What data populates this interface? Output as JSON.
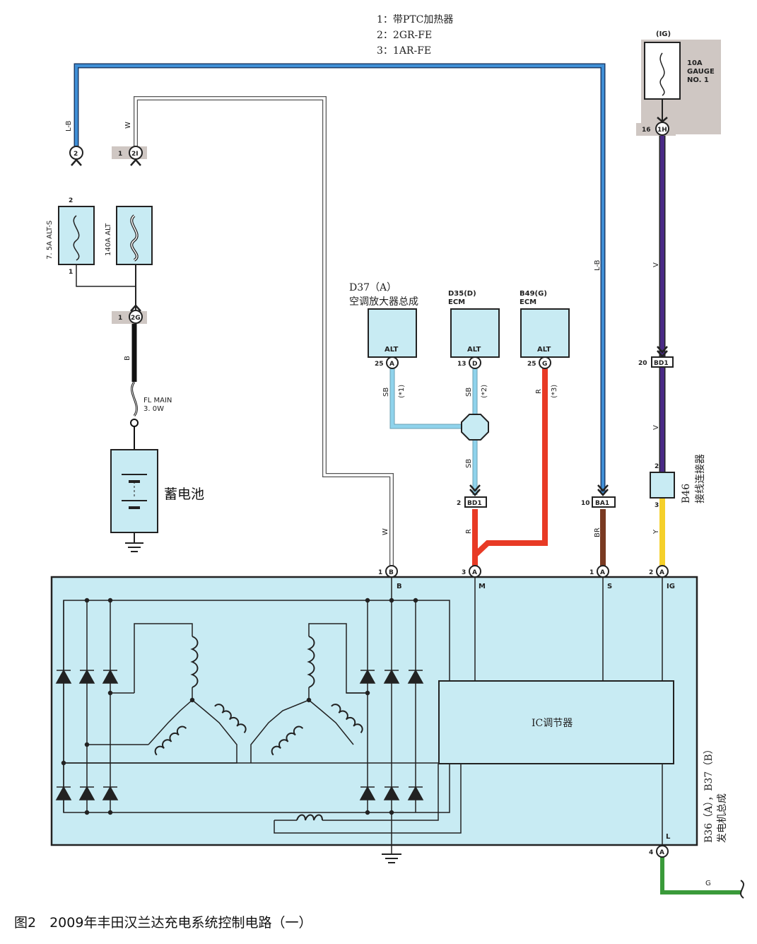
{
  "notes": [
    "1：带PTC加热器",
    "2：2GR-FE",
    "3：1AR-FE"
  ],
  "caption": "图2　2009年丰田汉兰达充电系统控制电路（一）",
  "fuses": {
    "ig_label": "(IG)",
    "gauge_line1": "10A",
    "gauge_line2": "GAUGE",
    "gauge_line3": "NO. 1",
    "alts": "7. 5A ALT-S",
    "alt140": "140A ALT",
    "fl_main1": "FL MAIN",
    "fl_main2": "3. 0W"
  },
  "battery": "蓄电池",
  "components": {
    "d37_code": "D37（A）",
    "d37_name": "空调放大器总成",
    "d35_code": "D35(D)",
    "d35_name": "ECM",
    "b49_code": "B49(G)",
    "b49_name": "ECM",
    "alt": "ALT",
    "b46_code": "B46",
    "b46_name": "接线连接器",
    "ic": "IC调节器",
    "gen_code": "B36（A），B37（B）",
    "gen_name": "发电机总成"
  },
  "connectors": {
    "c2": "2",
    "c2i": "2I",
    "c2g": "2G",
    "c1h": "1H",
    "bd1": "BD1",
    "ba1": "BA1",
    "a": "A",
    "b": "B",
    "d": "D",
    "g": "G"
  },
  "pins": {
    "p1": "1",
    "p2": "2",
    "p3": "3",
    "p4": "4",
    "p10": "10",
    "p13": "13",
    "p16": "16",
    "p20": "20",
    "p25": "25"
  },
  "terminals": {
    "b": "B",
    "m": "M",
    "s": "S",
    "ig": "IG",
    "l": "L"
  },
  "wires": {
    "lb": "L-B",
    "w": "W",
    "b": "B",
    "sb": "SB",
    "r": "R",
    "br": "BR",
    "v": "V",
    "y": "Y",
    "g": "G",
    "n1": "(*1)",
    "n2": "(*2)",
    "n3": "(*3)"
  },
  "colors": {
    "lb": "#2c6fb8",
    "sb": "#8fd3ec",
    "r": "#e83a25",
    "br": "#7a3a22",
    "v": "#4a2a86",
    "y": "#f5d02a",
    "g": "#3a9a3a",
    "box": "#c8ebf3"
  }
}
